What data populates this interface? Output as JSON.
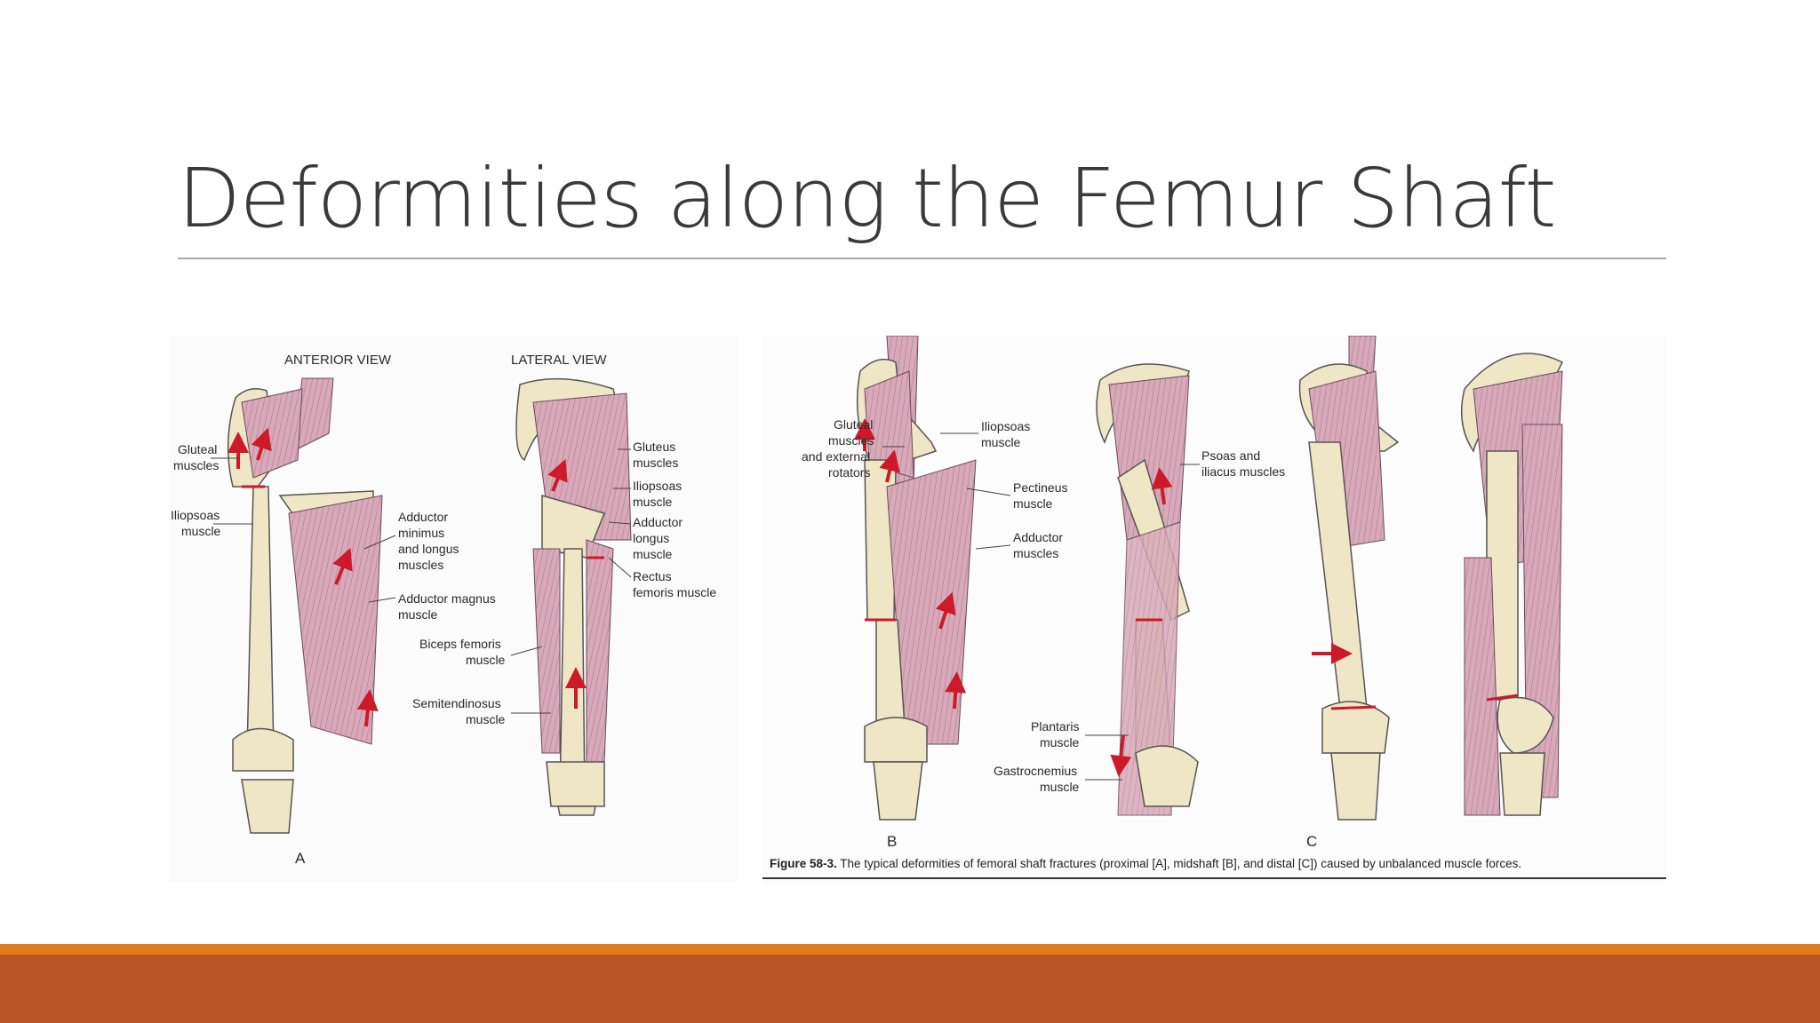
{
  "slide": {
    "title": "Deformities along the Femur Shaft"
  },
  "figure_a": {
    "anterior_header": "ANTERIOR VIEW",
    "lateral_header": "LATERAL VIEW",
    "panel_letter": "A",
    "labels": {
      "gluteal_1": "Gluteal",
      "gluteal_2": "muscles",
      "iliopsoas_1": "Iliopsoas",
      "iliopsoas_2": "muscle",
      "adductor_min_1": "Adductor",
      "adductor_min_2": "minimus",
      "adductor_min_3": "and longus",
      "adductor_min_4": "muscles",
      "adductor_mag_1": "Adductor magnus",
      "adductor_mag_2": "muscle",
      "gluteus_1": "Gluteus",
      "gluteus_2": "muscles",
      "iliopsoas_lat_1": "Iliopsoas",
      "iliopsoas_lat_2": "muscle",
      "adductor_lon_1": "Adductor",
      "adductor_lon_2": "longus",
      "adductor_lon_3": "muscle",
      "rectus_1": "Rectus",
      "rectus_2": "femoris muscle",
      "biceps_1": "Biceps femoris",
      "biceps_2": "muscle",
      "semiten_1": "Semitendinosus",
      "semiten_2": "muscle"
    }
  },
  "figure_bc": {
    "letter_b": "B",
    "letter_c": "C",
    "labels": {
      "gluteal_1": "Gluteal",
      "gluteal_2": "muscles",
      "gluteal_3": "and external",
      "gluteal_4": "rotators",
      "iliopsoas_1": "Iliopsoas",
      "iliopsoas_2": "muscle",
      "pectineus_1": "Pectineus",
      "pectineus_2": "muscle",
      "adductor_1": "Adductor",
      "adductor_2": "muscles",
      "psoas_1": "Psoas and",
      "psoas_2": "iliacus muscles",
      "plantaris_1": "Plantaris",
      "plantaris_2": "muscle",
      "gastroc_1": "Gastrocnemius",
      "gastroc_2": "muscle"
    },
    "caption_bold": "Figure 58-3.",
    "caption_text": "The typical deformities of femoral shaft fractures (proximal [A], midshaft [B], and distal [C]) caused by unbalanced muscle forces."
  },
  "colors": {
    "bone": "#efe6c6",
    "muscle": "#d8a9b9",
    "fracture": "#cc1a2a",
    "accent_orange": "#e07b1a",
    "accent_rust": "#bb5527"
  }
}
